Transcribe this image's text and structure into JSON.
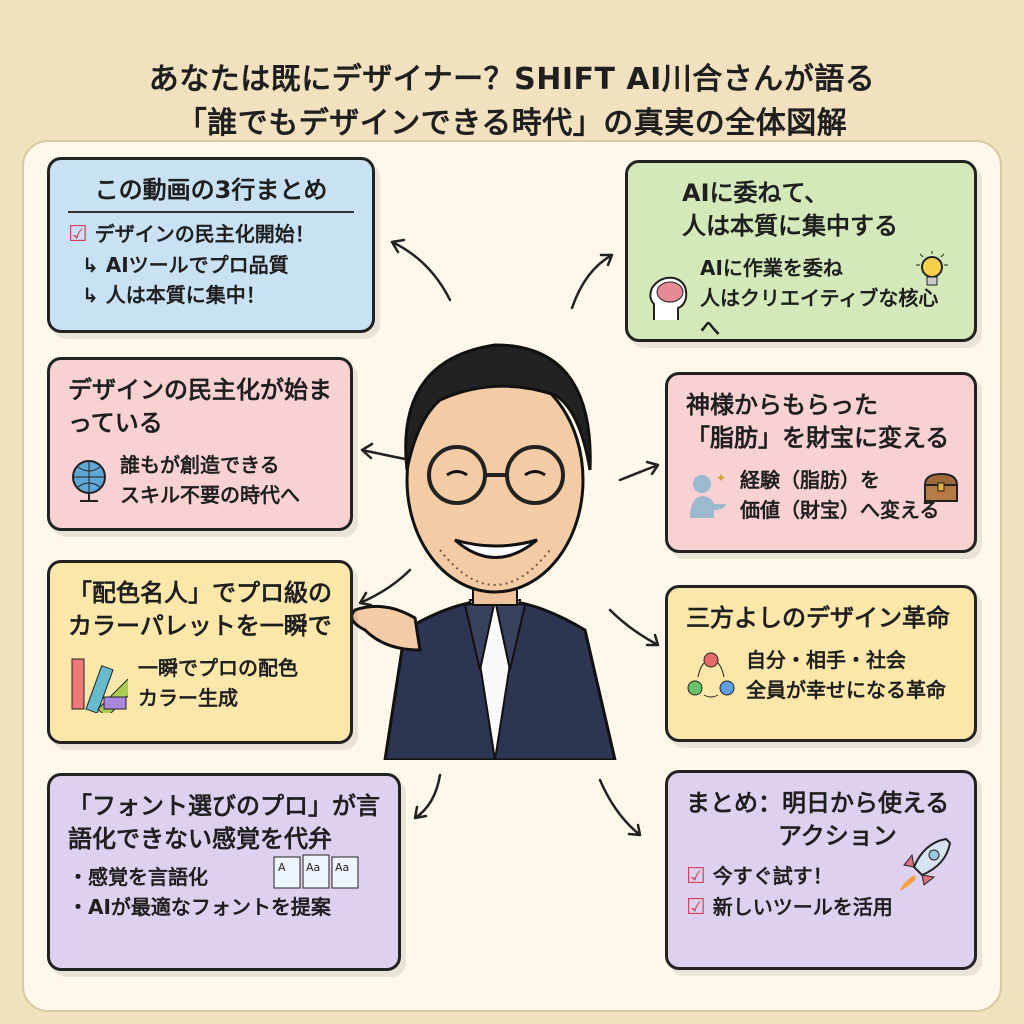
{
  "title": {
    "line1": "あなたは既にデザイナー？SHIFT AI川合さんが語る",
    "line2": "「誰でもデザインできる時代」の真実の全体図解"
  },
  "summary": {
    "heading": "この動画の3行まとめ",
    "main": "デザインの民主化開始！",
    "sub1": "AIツールでプロ品質",
    "sub2": "人は本質に集中！"
  },
  "democratization": {
    "heading": "デザインの民主化が始まっている",
    "line1": "誰もが創造できる",
    "line2": "スキル不要の時代へ",
    "icon": "globe-icon"
  },
  "color": {
    "heading": "「配色名人」でプロ級のカラーパレットを一瞬で",
    "line1": "一瞬でプロの配色",
    "line2": "カラー生成",
    "icon": "color-swatch-icon"
  },
  "font": {
    "heading": "「フォント選びのプロ」が言語化できない感覚を代弁",
    "bullet1": "・感覚を言語化",
    "bullet2": "・AIが最適なフォントを提案",
    "icon": "font-documents-icon"
  },
  "focus": {
    "heading1": "AIに委ねて、",
    "heading2": "人は本質に集中する",
    "line1": "AIに作業を委ね",
    "line2": "人はクリエイティブな核心へ",
    "icons": [
      "brain-head-icon",
      "lightbulb-icon"
    ]
  },
  "fat": {
    "heading1": "神様からもらった",
    "heading2": "「脂肪」を財宝に変える",
    "line1": "経験（脂肪）を",
    "line2": "価値（財宝）へ変える",
    "icons": [
      "person-sparkle-icon",
      "treasure-chest-icon"
    ]
  },
  "sanpo": {
    "heading": "三方よしのデザイン革命",
    "line1": "自分・相手・社会",
    "line2": "全員が幸せになる革命",
    "icon": "cycle-circles-icon"
  },
  "action": {
    "heading1": "まとめ：明日から使える",
    "heading2": "アクション",
    "item1": "今すぐ試す！",
    "item2": "新しいツールを活用",
    "icon": "rocket-icon"
  },
  "colors": {
    "blue": "#c8e2f3",
    "pink": "#f8d1d3",
    "yellow": "#fbe7a9",
    "purple": "#ded1f0",
    "green": "#d4e9ba",
    "check": "#d6405a"
  }
}
